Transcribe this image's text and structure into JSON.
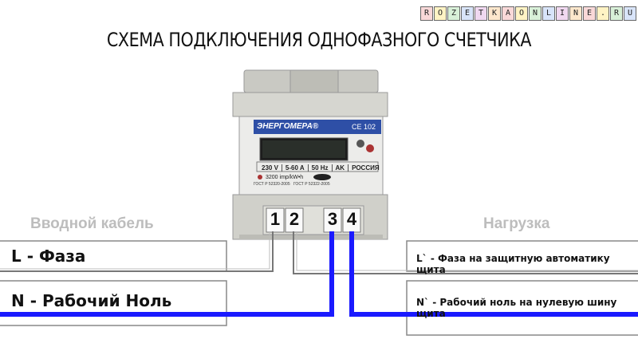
{
  "title": "СХЕМА ПОДКЛЮЧЕНИЯ ОДНОФАЗНОГО СЧЕТЧИКА",
  "logo_letters": [
    "R",
    "O",
    "Z",
    "E",
    "T",
    "K",
    "A",
    "O",
    "N",
    "L",
    "I",
    "N",
    "E",
    ".",
    "R",
    "U"
  ],
  "left_section": "Вводной кабель",
  "right_section": "Нагрузка",
  "wires_left": {
    "phase": "L - Фаза",
    "neutral": "N - Рабочий Ноль"
  },
  "wires_right": {
    "phase": "L` - Фаза на защитную автоматику щита",
    "neutral": "N` - Рабочий ноль на нулевую шину щита"
  },
  "meter": {
    "brand": "ЭНЕРГОМЕРА®",
    "model": "CE 102",
    "specs": [
      "230 V",
      "5-60 A",
      "50 Hz",
      "AK",
      "РОССИЯ"
    ],
    "impulse": "3200 imp/kW•h",
    "gost_1": "ГОСТ Р 52320-2005",
    "gost_2": "ГОСТ Р 52322-2005"
  },
  "terminals": [
    "1",
    "2",
    "3",
    "4"
  ],
  "colors": {
    "neutral_wire": "#1a1aff",
    "phase_wire": "#777777",
    "label_gray": "#bdbdbd",
    "meter_blue": "#2e4fa6"
  }
}
